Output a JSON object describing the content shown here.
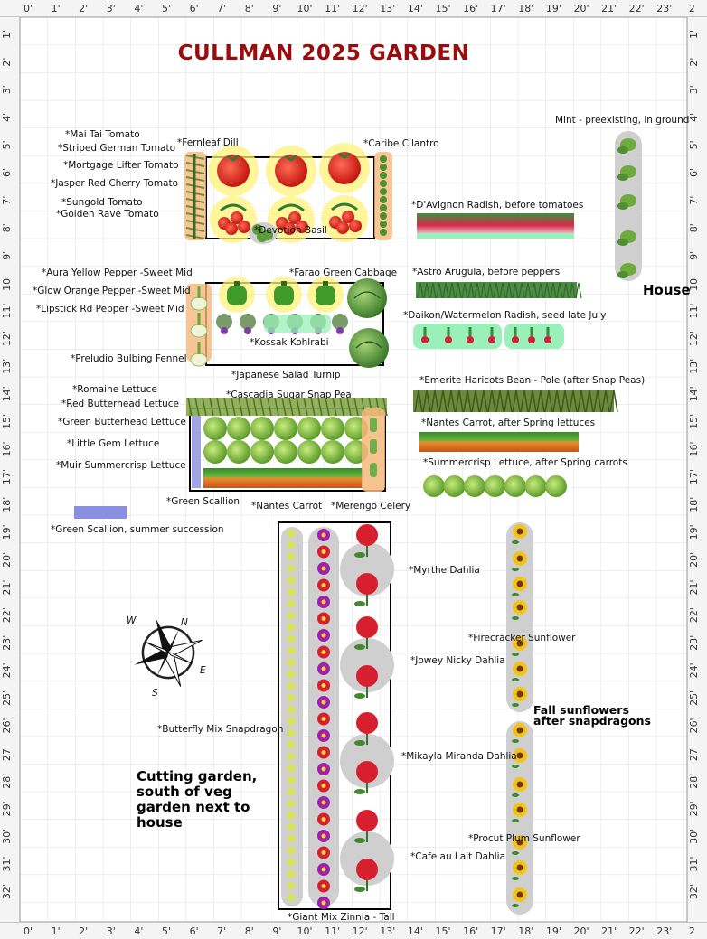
{
  "title": "CULLMAN 2025 GARDEN",
  "ruler": {
    "top": [
      "0'",
      "1'",
      "2'",
      "3'",
      "4'",
      "5'",
      "6'",
      "7'",
      "8'",
      "9'",
      "10'",
      "11'",
      "12'",
      "13'",
      "14'",
      "15'",
      "16'",
      "17'",
      "18'",
      "19'",
      "20'",
      "21'",
      "22'",
      "23'",
      "2"
    ],
    "left": [
      "1'",
      "2'",
      "3'",
      "4'",
      "5'",
      "6'",
      "7'",
      "8'",
      "9'",
      "10'",
      "11'",
      "12'",
      "13'",
      "14'",
      "15'",
      "16'",
      "17'",
      "18'",
      "19'",
      "20'",
      "21'",
      "22'",
      "23'",
      "24'",
      "25'",
      "26'",
      "27'",
      "28'",
      "29'",
      "30'",
      "31'",
      "32'"
    ]
  },
  "labels": {
    "mai_tai": "*Mai Tai Tomato",
    "striped_german": "*Striped German Tomato",
    "mortgage_lifter": "*Mortgage Lifter Tomato",
    "jasper": "*Jasper Red Cherry Tomato",
    "sungold": "*Sungold Tomato",
    "golden_rave": "*Golden Rave Tomato",
    "fernleaf_dill": "*Fernleaf Dill",
    "caribe_cilantro": "*Caribe Cilantro",
    "devotion_basil": "*Devotion Basil",
    "mint": "Mint - preexisting, in ground",
    "davignon_radish": "*D'Avignon Radish, before tomatoes",
    "aura_pepper": "*Aura Yellow Pepper -Sweet Mid",
    "glow_pepper": "*Glow Orange Pepper -Sweet Mid",
    "lipstick_pepper": "*Lipstick Rd Pepper -Sweet Mid",
    "farao_cabbage": "*Farao Green Cabbage",
    "astro_arugula": "*Astro Arugula, before peppers",
    "house": "House",
    "daikon": "*Daikon/Watermelon Radish, seed late July",
    "kossak": "*Kossak Kohlrabi",
    "preludio_fennel": "*Preludio Bulbing Fennel",
    "japanese_turnip": "*Japanese Salad Turnip",
    "romaine": "*Romaine Lettuce",
    "red_butterhead": "*Red Butterhead Lettuce",
    "green_butterhead": "*Green Butterhead Lettuce",
    "little_gem": "*Little Gem Lettuce",
    "muir": "*Muir Summercrisp Lettuce",
    "cascadia_pea": "*Cascadia Sugar Snap Pea",
    "emerite_bean": "*Emerite Haricots Bean - Pole (after Snap Peas)",
    "nantes_after": "*Nantes Carrot, after Spring lettuces",
    "summercrisp_after": "*Summercrisp Lettuce, after Spring carrots",
    "green_scallion": "*Green Scallion",
    "nantes_carrot": "*Nantes Carrot",
    "merengo_celery": "*Merengo Celery",
    "scallion_succession": "*Green Scallion, summer succession",
    "myrthe_dahlia": "*Myrthe Dahlia",
    "firecracker_sunflower": "*Firecracker Sunflower",
    "jowey_nicky": "*Jowey Nicky Dahlia",
    "fall_sunflowers_1": "Fall sunflowers",
    "fall_sunflowers_2": "after snapdragons",
    "butterfly_snapdragon": "*Butterfly Mix Snapdragon",
    "mikayla_miranda": "*Mikayla Miranda Dahlia",
    "cutting_1": "Cutting garden,",
    "cutting_2": "south of veg",
    "cutting_3": "garden next to",
    "cutting_4": "house",
    "procut_plum": "*Procut Plum Sunflower",
    "cafe_au_lait": "*Cafe au Lait Dahlia",
    "giant_zinnia": "*Giant Mix Zinnia - Tall"
  },
  "compass": {
    "n": "N",
    "s": "S",
    "e": "E",
    "w": "W"
  },
  "colors": {
    "title": "#9b0d0d",
    "grid": "#d8d8d8",
    "bed_border": "#000000",
    "tomato": "#d9261c",
    "tomato_glow": "#fff27a",
    "lettuce": "#8cc63f",
    "carrot": "#e37b2a",
    "radish_bg": "#9af0b8",
    "row_bg": "#cfcfcf",
    "sunflower": "#f4c21a",
    "dahlia": "#d7202f",
    "zinnia": "#a11faa",
    "snapdragon": "#d9e05a"
  },
  "icons": [
    "compass-rose-icon",
    "tomato-icon",
    "cherry-tomato-icon",
    "pepper-icon",
    "cabbage-icon",
    "kohlrabi-icon",
    "lettuce-icon",
    "sunflower-icon",
    "dahlia-icon",
    "zinnia-icon",
    "snapdragon-icon",
    "basil-icon",
    "mint-icon",
    "radish-icon",
    "carrot-row-icon",
    "pea-row-icon",
    "bean-row-icon",
    "scallion-icon",
    "fennel-icon",
    "dill-icon",
    "cilantro-icon",
    "celery-icon",
    "arugula-icon",
    "turnip-icon"
  ]
}
